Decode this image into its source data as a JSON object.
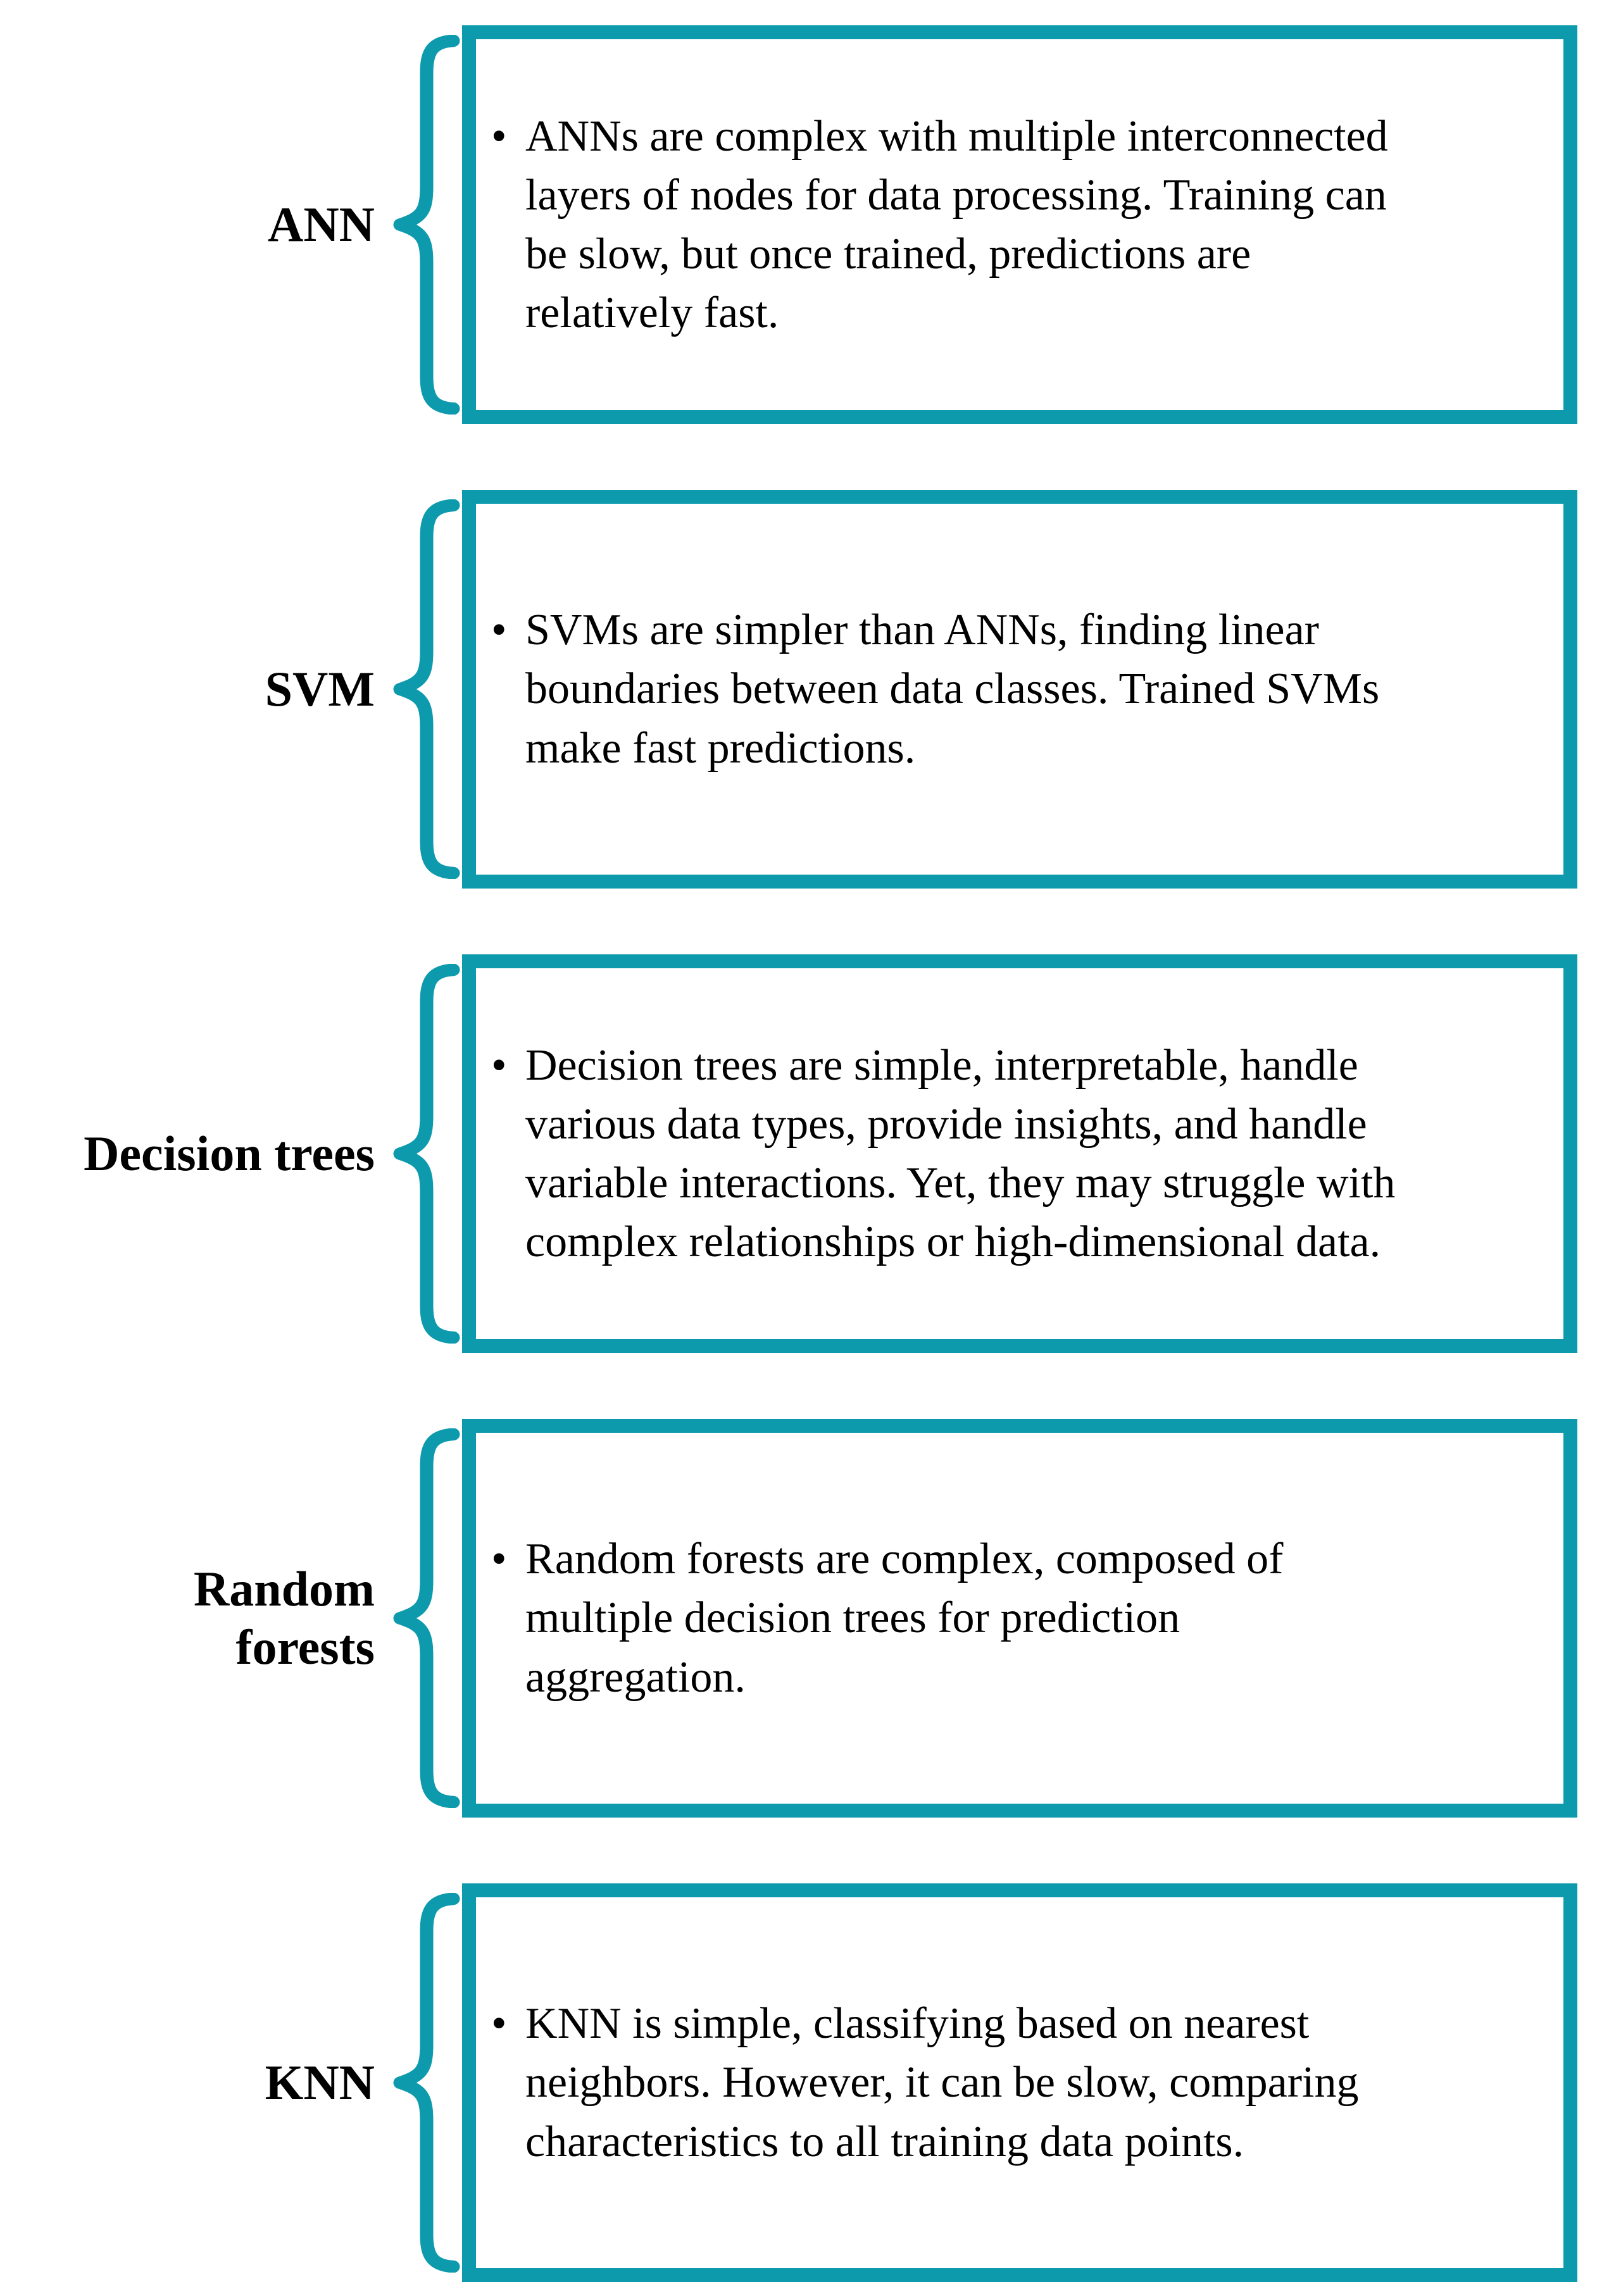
{
  "diagram": {
    "background_color": "#ffffff",
    "accent_color": "#0d9aad",
    "text_color": "#000000",
    "bullet_char": "•",
    "rows": [
      {
        "label": "ANN",
        "text": "ANNs are complex with multiple interconnected\nlayers of nodes for data processing. Training can\nbe slow, but once trained, predictions are\nrelatively fast."
      },
      {
        "label": "SVM",
        "text": "SVMs are simpler than ANNs, finding linear\nboundaries between data classes. Trained SVMs\nmake fast predictions."
      },
      {
        "label": "Decision trees",
        "text": "Decision trees are simple, interpretable, handle\nvarious data types, provide insights, and handle\nvariable interactions. Yet, they may struggle with\ncomplex relationships or high-dimensional data."
      },
      {
        "label": "Random\nforests",
        "text": "Random forests are complex, composed of\nmultiple decision trees for prediction\naggregation."
      },
      {
        "label": "KNN",
        "text": "KNN is simple, classifying based on nearest\nneighbors. However, it can be slow, comparing\ncharacteristics to all training data points."
      }
    ]
  }
}
